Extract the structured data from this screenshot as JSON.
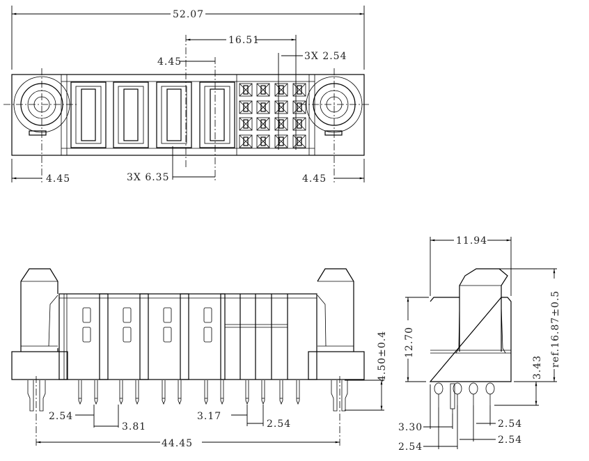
{
  "top_view": {
    "overall_width": "52.07",
    "signal_span": "16.51",
    "signal_pitch": "3X 2.54",
    "power_offset": "4.45",
    "power_pitch": "3X 6.35",
    "left_peg_offset": "4.45",
    "right_peg_offset": "4.45"
  },
  "front_view": {
    "power_pin_pitch": "2.54",
    "power_contact_pitch": "3.81",
    "transition_pitch": "3.17",
    "signal_pin_pitch": "2.54",
    "peg_span": "44.45",
    "pin_length": "4.50±0.4"
  },
  "side_view": {
    "depth": "11.94",
    "body_height": "12.70",
    "overall_height": "ref.16.87±0.5",
    "pin_stickout": "3.43",
    "offset_a": "3.30",
    "offset_b": "2.54",
    "pitch_a": "2.54",
    "pitch_b": "2.54"
  }
}
